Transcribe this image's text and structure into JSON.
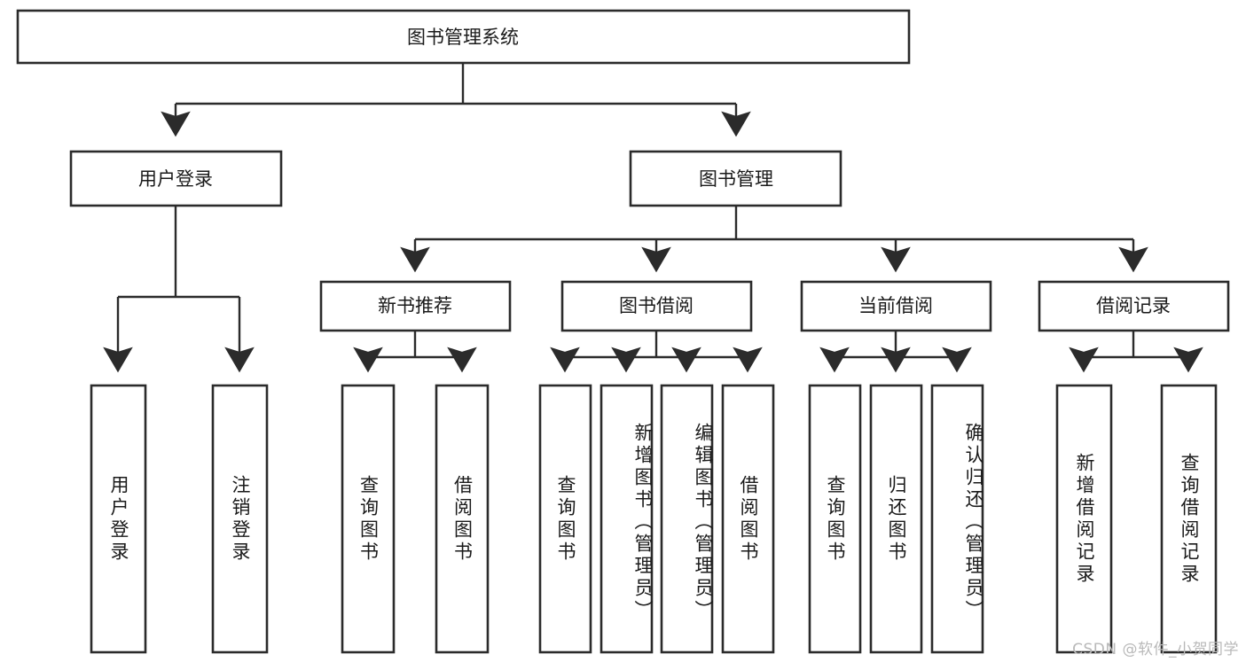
{
  "diagram": {
    "title": "图书管理系统",
    "type": "tree-hierarchy-flowchart",
    "background_color": "#ffffff",
    "stroke_color": "#2b2b2b",
    "fill_color": "#ffffff",
    "text_color": "#1a1a1a"
  },
  "root": {
    "label": "图书管理系统"
  },
  "level2": [
    {
      "label": "用户登录"
    },
    {
      "label": "图书管理"
    }
  ],
  "level3": [
    {
      "label": "新书推荐"
    },
    {
      "label": "图书借阅"
    },
    {
      "label": "当前借阅"
    },
    {
      "label": "借阅记录"
    }
  ],
  "leaves": {
    "user_login": [
      {
        "label": "用户登录"
      },
      {
        "label": "注销登录"
      }
    ],
    "new_book_recommend": [
      {
        "label": "查询图书"
      },
      {
        "label": "借阅图书"
      }
    ],
    "book_borrow": [
      {
        "label": "查询图书"
      },
      {
        "label": "新增图书（管理员）"
      },
      {
        "label": "编辑图书（管理员）"
      },
      {
        "label": "借阅图书"
      }
    ],
    "current_borrow": [
      {
        "label": "查询图书"
      },
      {
        "label": "归还图书"
      },
      {
        "label": "确认归还（管理员）"
      }
    ],
    "borrow_record": [
      {
        "label": "新增借阅记录"
      },
      {
        "label": "查询借阅记录"
      }
    ]
  },
  "watermark": {
    "text": "CSDN @软件_小贺同学"
  }
}
